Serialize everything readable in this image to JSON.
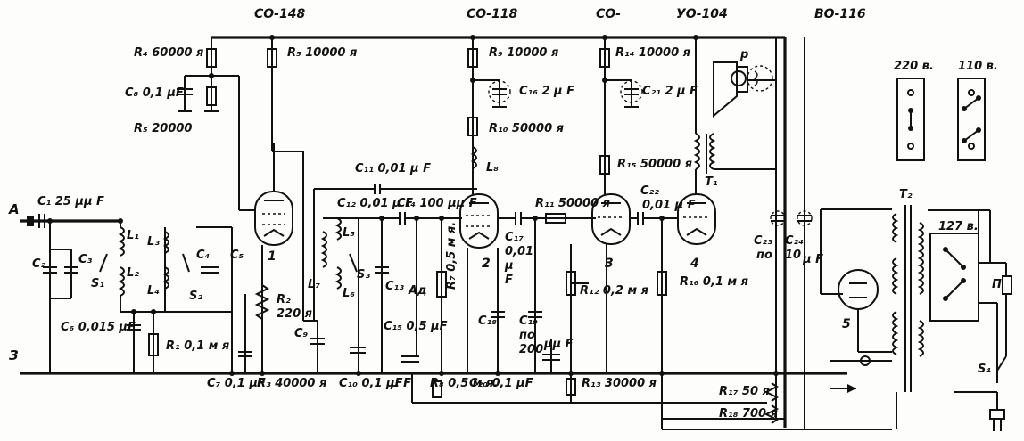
{
  "tubes": {
    "t1": "СО-148",
    "t2": "СО-118",
    "t3": "СО-",
    "t4": "УО-104",
    "t5": "ВО-116"
  },
  "voltages": {
    "v220": "220 в.",
    "v110": "110 в.",
    "v127": "127 в."
  },
  "terminals": {
    "antenna": "А",
    "ground": "З",
    "trafo_t1": "T₁",
    "trafo_t2": "T₂",
    "speaker": "р",
    "switch_p": "П",
    "switch_s4": "S₄"
  },
  "tube_numbers": {
    "n1": "1",
    "n2": "2",
    "n3": "3",
    "n4": "4",
    "n5": "5"
  },
  "coils": {
    "l1": "L₁",
    "l2": "L₂",
    "l3": "L₃",
    "l4": "L₄",
    "l5": "L₅",
    "l6": "L₆",
    "l7": "L₇",
    "l8": "L₈",
    "s1": "S₁",
    "s2": "S₂",
    "s3": "S₃",
    "ad": "Ад"
  },
  "components": {
    "c1": "C₁ 25 μμ F",
    "c2": "C₂",
    "c3": "C₃",
    "c4": "C₄",
    "c5": "C₅",
    "c6": "C₆ 0,015 μF",
    "c7": "C₇ 0,1 μF",
    "c8": "C₈ 0,1 μF",
    "c9": "C₉",
    "c10": "C₁₀ 0,1 μF",
    "c11": "C₁₁ 0,01 μ F",
    "c12": "C₁₂ 0,01 μ F",
    "c14": "C₁₄ 100 μμ F",
    "c13": "C₁₃",
    "c15": "C₁₅ 0,5 μF",
    "c16": "C₁₆ 2 μ F",
    "c17a": "C₁₇",
    "c17b": "0,01",
    "c17c": "μ",
    "c17d": "F",
    "c18": "C₁₈",
    "c19": "C₁₉",
    "c19v": "по",
    "c19w": "200",
    "c20": "C₂₀ 0,1 μF",
    "c20b": "μμ F",
    "c21": "C₂₁ 2 μ F",
    "c22": "C₂₂",
    "c22v": "0,01 μ F",
    "c23": "C₂₃",
    "c23v": "по",
    "c24": "C₂₄",
    "c24v": "10",
    "mf": "μ F",
    "r1": "R₁ 0,1 м я",
    "r2": "R₂",
    "r2v": "220 я",
    "r3": "R₃ 40000 я",
    "r4": "R₄ 60000 я",
    "r5": "R₅ 10000 я",
    "r5b": "R₅ 20000",
    "r7": "R₇ 0,5 м я.",
    "r8": "R₈ 0,5 м я.",
    "r9": "R₉ 10000 я",
    "r10": "R₁₀ 50000 я",
    "r11": "R₁₁ 50000 я",
    "r12": "R₁₂ 0,2 м я",
    "r13": "R₁₃ 30000 я",
    "r14": "R₁₄ 10000 я",
    "r15": "R₁₅ 50000 я",
    "r16": "R₁₆ 0,1 м я",
    "r17": "R₁₇ 50 я",
    "r18": "R₁₈ 700 я"
  }
}
